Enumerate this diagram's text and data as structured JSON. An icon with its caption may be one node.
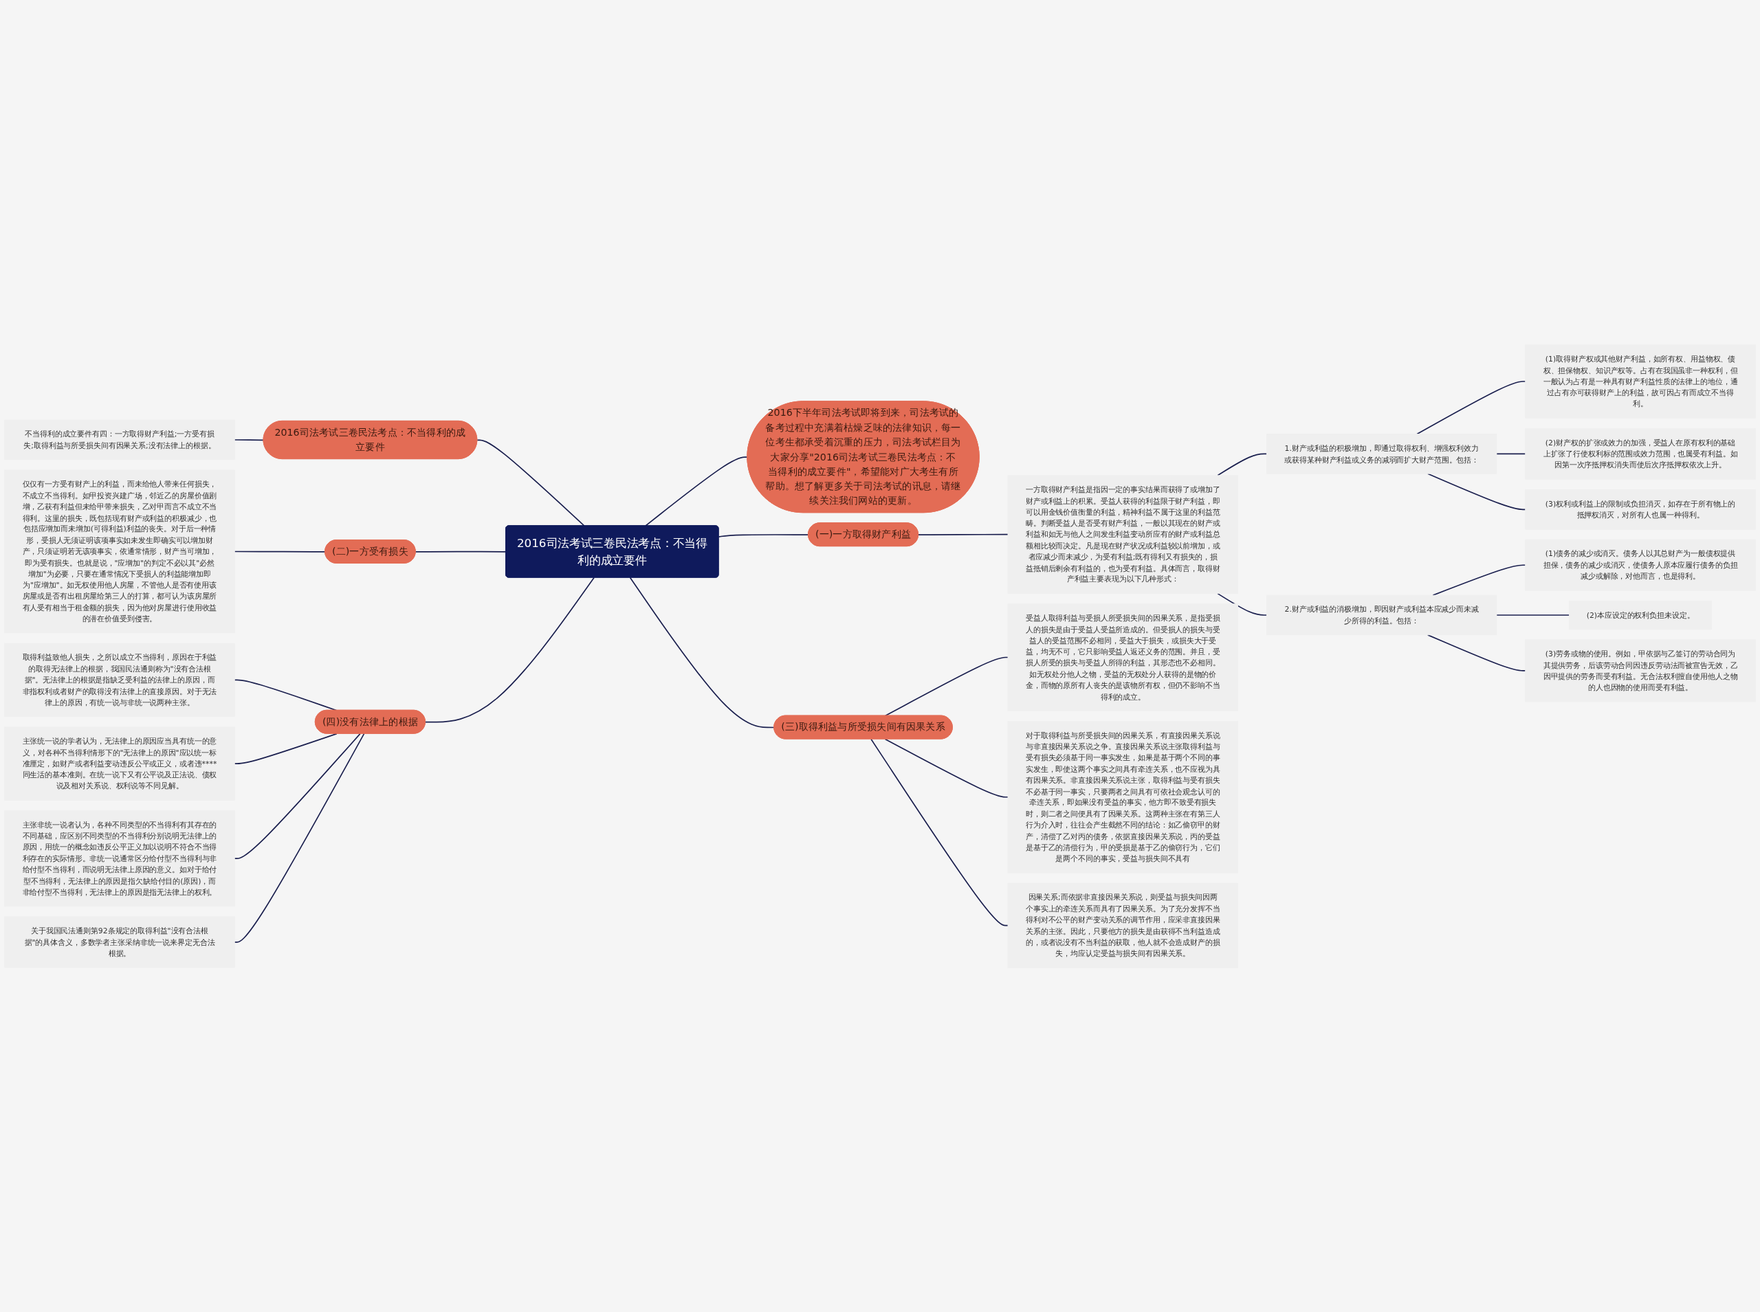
{
  "diagram": {
    "nodes": [
      {
        "text": [
          "2016司法考试三卷民法考点：不当得利的成立要件"
        ]
      },
      {
        "text": [
          "2016下半年司法考试即将到来，司法考试的备考过程中充满着枯燥乏味的法律知识，每一位考生都承受着沉重的压力，司法考试栏目为大家分享\"2016司法考试三卷民法考点：不当得利的成立要件\"，希望能对广大考生有所帮助。想了解更多关于司法考试的讯息，请继续关注我们网站的更新。"
        ]
      },
      {
        "text": [
          "2016司法考试三卷民法考点：不当得利的成立要件"
        ]
      },
      {
        "text": [
          "不当得利的成立要件有四：一方取得财产利益;一方受有损失;取得利益与所受损失间有因果关系;没有法律上的根据。"
        ]
      },
      {
        "text": [
          "(二)一方受有损失"
        ]
      },
      {
        "text": [
          "仅仅有一方受有财产上的利益，而未给他人带来任何损失，不成立不当得利。如甲投资兴建广场，邻近乙的房屋价值剧增，乙获有利益但未给甲带来损失，乙对甲而言不成立不当得利。这里的损失，既包括现有财产或利益的积极减少，也包括应增加而未增加(可得利益)利益的丧失。对于后一种情形，受损人无须证明该项事实如未发生即确实可以增加财产，只须证明若无该项事实，依通常情形，财产当可增加，即为受有损失。也就是说，\"应增加\"的判定不必以其\"必然增加\"为必要，只要在通常情况下受损人的利益能增加即为\"应增加\"。如无权使用他人房屋，不管他人是否有使用该房屋或是否有出租房屋给第三人的打算，都可认为该房屋所有人受有相当于租金额的损失，因为他对房屋进行使用收益的潜在价值受到侵害。"
        ]
      },
      {
        "text": [
          "(四)没有法律上的根据"
        ]
      },
      {
        "text": [
          "取得利益致他人损失，之所以成立不当得利，原因在于利益的取得无法律上的根据，我国民法通则称为\"没有合法根据\"。无法律上的根据是指缺乏受利益的法律上的原因，而非指权利或者财产的取得没有法律上的直接原因。对于无法律上的原因，有统一说与非统一说两种主张。"
        ]
      },
      {
        "text": [
          "主张统一说的学者认为，无法律上的原因应当具有统一的意义，对各种不当得利情形下的\"无法律上的原因\"应以统一标准厘定，如财产或者利益变动违反公平或正义，或者违****同生活的基本准则。在统一说下又有公平说及正法说、债权说及相对关系说、权利说等不同见解。"
        ]
      },
      {
        "text": [
          "主张非统一说者认为，各种不同类型的不当得利有其存在的不同基础，应区别不同类型的不当得利分别说明无法律上的原因，用统一的概念如违反公平正义加以说明不符合不当得利存在的实际情形。非统一说通常区分给付型不当得利与非给付型不当得利，而说明无法律上原因的意义。如对于给付型不当得利，无法律上的原因是指欠缺给付目的(原因)，而非给付型不当得利，无法律上的原因是指无法律上的权利。"
        ]
      },
      {
        "text": [
          "关于我国民法通则第92条规定的取得利益\"没有合法根据\"的具体含义，多数学者主张采纳非统一说来界定无合法根据。"
        ]
      },
      {
        "text": [
          "(一)一方取得财产利益"
        ]
      },
      {
        "text": [
          "一方取得财产利益是指因一定的事实结果而获得了或增加了财产或利益上的积累。受益人获得的利益限于财产利益，即可以用金钱价值衡量的利益，精神利益不属于这里的利益范畴。判断受益人是否受有财产利益，一般以其现在的财产或利益和如无与他人之间发生利益变动所应有的财产或利益总额相比较而决定。凡是现在财产状况或利益较以前增加，或者应减少而未减少，为受有利益;既有得利又有损失的，损益抵销后剩余有利益的，也为受有利益。具体而言，取得财产利益主要表现为以下几种形式："
        ]
      },
      {
        "text": [
          "1.财产或利益的积极增加，即通过取得权利、增强权利效力或获得某种财产利益或义务的减弱而扩大财产范围。包括："
        ]
      },
      {
        "text": [
          "(1)取得财产权或其他财产利益，如所有权、用益物权、债权、担保物权、知识产权等。占有在我国虽非一种权利，但一般认为占有是一种具有财产利益性质的法律上的地位，通过占有亦可获得财产上的利益，故可因占有而成立不当得利。"
        ]
      },
      {
        "text": [
          "(2)财产权的扩张或效力的加强，受益人在原有权利的基础上扩张了行使权利标的范围或效力范围，也属受有利益。如因第一次序抵押权消失而使后次序抵押权依次上升。"
        ]
      },
      {
        "text": [
          "(3)权利或利益上的限制或负担消灭，如存在于所有物上的抵押权消灭，对所有人也属一种得利。"
        ]
      },
      {
        "text": [
          "2.财产或利益的消极增加，即因财产或利益本应减少而未减少所得的利益。包括："
        ]
      },
      {
        "text": [
          "(1)债务的减少或消灭。债务人以其总财产为一般债权提供担保，债务的减少或消灭，使债务人原本应履行债务的负担减少或解除，对他而言，也是得利。"
        ]
      },
      {
        "text": [
          "(2)本应设定的权利负担未设定。"
        ]
      },
      {
        "text": [
          "(3)劳务或物的使用。例如，甲依据与乙签订的劳动合同为其提供劳务，后该劳动合同因违反劳动法而被宣告无效，乙因甲提供的劳务而受有利益。无合法权利擅自使用他人之物的人也因物的使用而受有利益。"
        ]
      },
      {
        "text": [
          "(三)取得利益与所受损失间有因果关系"
        ]
      },
      {
        "text": [
          "受益人取得利益与受损人所受损失间的因果关系，是指受损人的损失是由于受益人受益所造成的。但受损人的损失与受益人的受益范围不必相同，受益大于损失，或损失大于受益，均无不可，它只影响受益人返还义务的范围。并且，受损人所受的损失与受益人所得的利益，其形态也不必相同。如无权处分他人之物，受益的无权处分人获得的是物的价金，而物的原所有人丧失的是该物所有权，但仍不影响不当得利的成立。"
        ]
      },
      {
        "text": [
          "对于取得利益与所受损失间的因果关系，有直接因果关系说与非直接因果关系说之争。直接因果关系说主张取得利益与受有损失必须基于同一事实发生，如果是基于两个不同的事实发生，即使这两个事实之间具有牵连关系，也不应视为具有因果关系。非直接因果关系说主张，取得利益与受有损失不必基于同一事实，只要两者之间具有可依社会观念认可的牵连关系，即如果没有受益的事实，他方即不致受有损失时，则二者之间便具有了因果关系。这两种主张在有第三人行为介入时，往往会产生截然不同的结论：如乙偷窃甲的财产，清偿了乙对丙的债务，依据直接因果关系说，丙的受益是基于乙的清偿行为，甲的受损是基于乙的偷窃行为，它们是两个不同的事实，受益与损失间不具有"
        ]
      },
      {
        "text": [
          "因果关系;而依据非直接因果关系说，则受益与损失间因两个事实上的牵连关系而具有了因果关系。为了充分发挥不当得利对不公平的财产变动关系的调节作用，应采非直接因果关系的主张。因此，只要他方的损失是由获得不当利益造成的，或者说没有不当利益的获取，他人就不会造成财产的损失，均应认定受益与损失间有因果关系。"
        ]
      }
    ],
    "edges": [
      {
        "from": 0,
        "to": 1,
        "arrow": "none"
      },
      {
        "from": 0,
        "to": 2,
        "arrow": "none"
      },
      {
        "from": 2,
        "to": 3,
        "arrow": "none"
      },
      {
        "from": 0,
        "to": 4,
        "arrow": "none"
      },
      {
        "from": 4,
        "to": 5,
        "arrow": "none"
      },
      {
        "from": 0,
        "to": 6,
        "arrow": "none"
      },
      {
        "from": 6,
        "to": 7,
        "arrow": "none"
      },
      {
        "from": 6,
        "to": 8,
        "arrow": "none"
      },
      {
        "from": 6,
        "to": 9,
        "arrow": "none"
      },
      {
        "from": 6,
        "to": 10,
        "arrow": "none"
      },
      {
        "from": 0,
        "to": 11,
        "arrow": "none"
      },
      {
        "from": 11,
        "to": 12,
        "arrow": "none"
      },
      {
        "from": 12,
        "to": 13,
        "arrow": "none"
      },
      {
        "from": 13,
        "to": 14,
        "arrow": "none"
      },
      {
        "from": 13,
        "to": 15,
        "arrow": "none"
      },
      {
        "from": 13,
        "to": 16,
        "arrow": "none"
      },
      {
        "from": 12,
        "to": 17,
        "arrow": "none"
      },
      {
        "from": 17,
        "to": 18,
        "arrow": "none"
      },
      {
        "from": 17,
        "to": 19,
        "arrow": "none"
      },
      {
        "from": 17,
        "to": 20,
        "arrow": "none"
      },
      {
        "from": 0,
        "to": 21,
        "arrow": "none"
      },
      {
        "from": 21,
        "to": 22,
        "arrow": "none"
      },
      {
        "from": 21,
        "to": 23,
        "arrow": "none"
      },
      {
        "from": 21,
        "to": 24,
        "arrow": "none"
      }
    ]
  }
}
